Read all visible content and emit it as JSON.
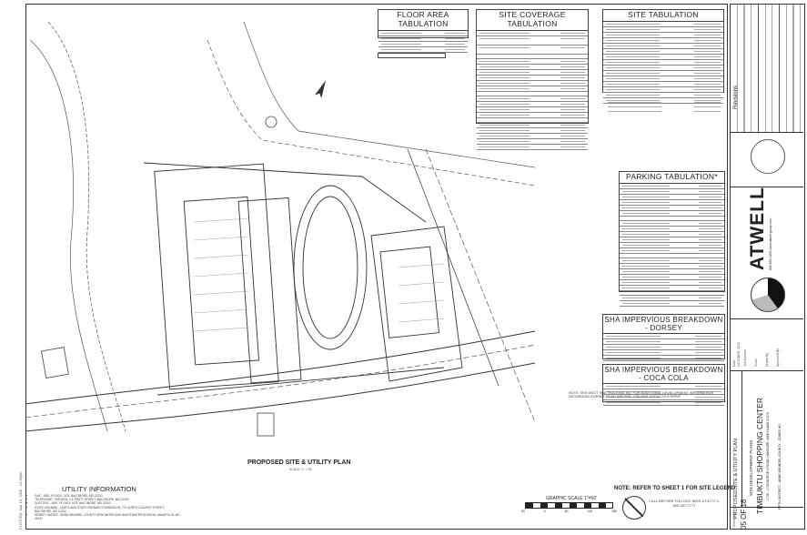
{
  "plotted_stamp": "PLOTTED: Mar 19, 2026 - 12:36pm",
  "plan_title": "PROPOSED SITE & UTILITY PLAN",
  "plan_scale": "SCALE: 1\" = 50'",
  "utility_info": {
    "title": "UTILITY INFORMATION",
    "items": [
      "GAS - BGE, PO BOX 1475, BALTIMORE, MD 21203",
      "TELEPHONE - VERIZON, 1 E PRATT STREET, BALTIMORE, MD 21202",
      "ELECTRIC - BGE, PO BOX 1475, BALTIMORE, MD 21203",
      "STATE HIGHWAY - MARYLAND STATE HIGHWAY COMMISSION, 707 NORTH CALVERT STREET, BALTIMORE, MD 21202",
      "SEWER / WATER - ANNE ARUNDEL COUNTY DPW WATER AND WASTEWATER DIVISION, ANNAPOLIS, MD 21401"
    ]
  },
  "tables": {
    "floor_area": "FLOOR AREA TABULATION",
    "site_coverage": "SITE COVERAGE TABULATION",
    "site": "SITE TABULATION",
    "parking": "PARKING TABULATION*",
    "sha_dorsey": "SHA IMPERVIOUS BREAKDOWN - DORSEY",
    "sha_coca_cola": "SHA IMPERVIOUS BREAKDOWN - COCA COLA"
  },
  "notes": {
    "sha_note": "NOTE: SEE MDOT SHA TRACKING NO. FOR ADDITIONAL DEVELOPMENT INFORMATION REGARDING DORSEY ROAD (MD RTE. 176) AND COCA COLA DRIVE",
    "legend_note": "NOTE: REFER TO SHEET 1 FOR SITE LEGEND.",
    "call_before_dig": "CALL BEFORE YOU DIG! MISS UTILITY 1-800-257-7777",
    "graphic_scale": "GRAPHIC SCALE   1\"=50'",
    "scale_ticks": [
      "50",
      "0",
      "50",
      "100",
      "150"
    ]
  },
  "title_block": {
    "revisions": "Revisions",
    "company": "ATWELL",
    "company_web": "866.850.4200  www.atwell-group.com",
    "date_label": "Date",
    "date": "OCTOBER, 2024",
    "job_label": "Job Number",
    "scale_label": "Scale",
    "drawn_label": "Drawn By",
    "approved_label": "Approved By",
    "sheet_type": "PROPOSED SITE & UTILITY PLAN",
    "plan_set": "SITE DEVELOPMENT PLANS",
    "project": "TIMBUKTU SHOPPING CENTER",
    "address": "1736 - 1738 DORSEY ROAD, HANOVER, MARYLAND 21076",
    "district": "FIFTH DISTRICT - ANNE ARUNDEL COUNTY - ZONED W1",
    "sheet_label": "Sheet No.",
    "sheet_no": "05  OF  18"
  },
  "colors": {
    "line": "#333333",
    "paper": "#ffffff"
  }
}
